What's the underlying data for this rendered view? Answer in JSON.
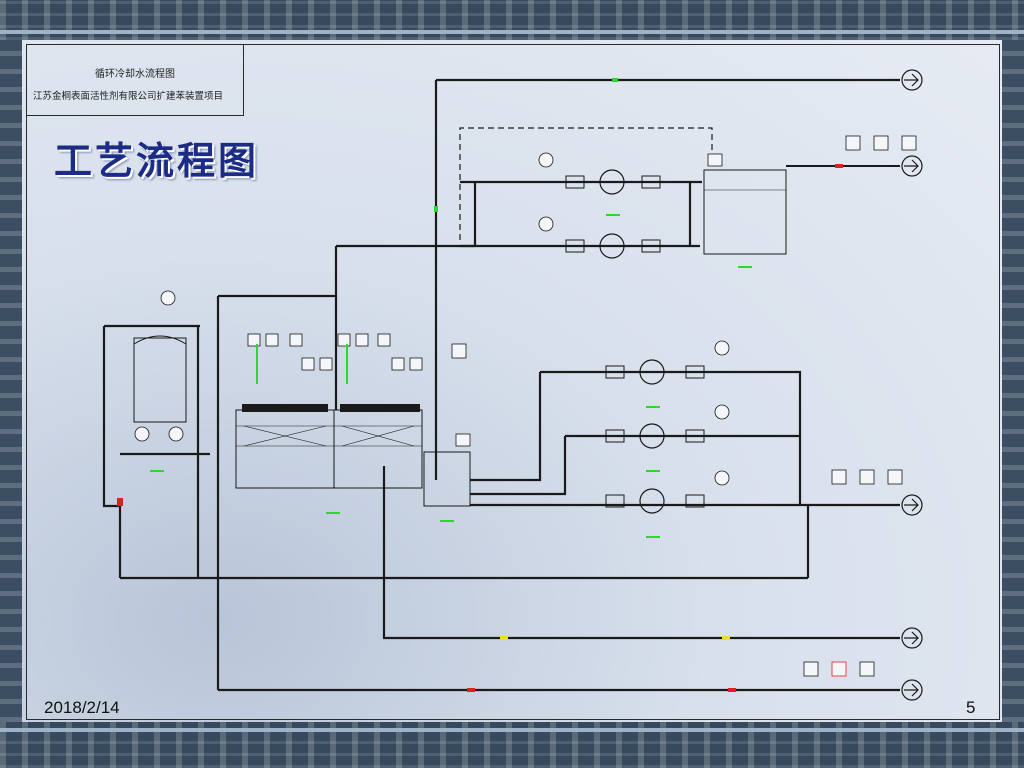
{
  "title_block": {
    "line1": "循环冷却水流程图",
    "line2": "江苏金桐表面活性剂有限公司扩建苯装置项目"
  },
  "slide_title": "工艺流程图",
  "footer": {
    "date": "2018/2/14",
    "page_number": "5"
  },
  "diagram": {
    "labels": {
      "pipe_top": "",
      "pipe_mid": "",
      "pipe_lower1": "",
      "pipe_lower2": "",
      "pipe_lower3": "",
      "pipe_bottom": ""
    },
    "equipment": {
      "pool_small": "",
      "tank_left": "",
      "tower_left": "",
      "tower_right": "",
      "pumps_top": "",
      "pumps_mid": "",
      "pumps_low": ""
    }
  },
  "colors": {
    "heading": "#1c2c86",
    "pipe": "#1a1a1a",
    "highlight_green": "#2bd82b",
    "highlight_red": "#e02020",
    "highlight_yellow": "#e8e020"
  }
}
